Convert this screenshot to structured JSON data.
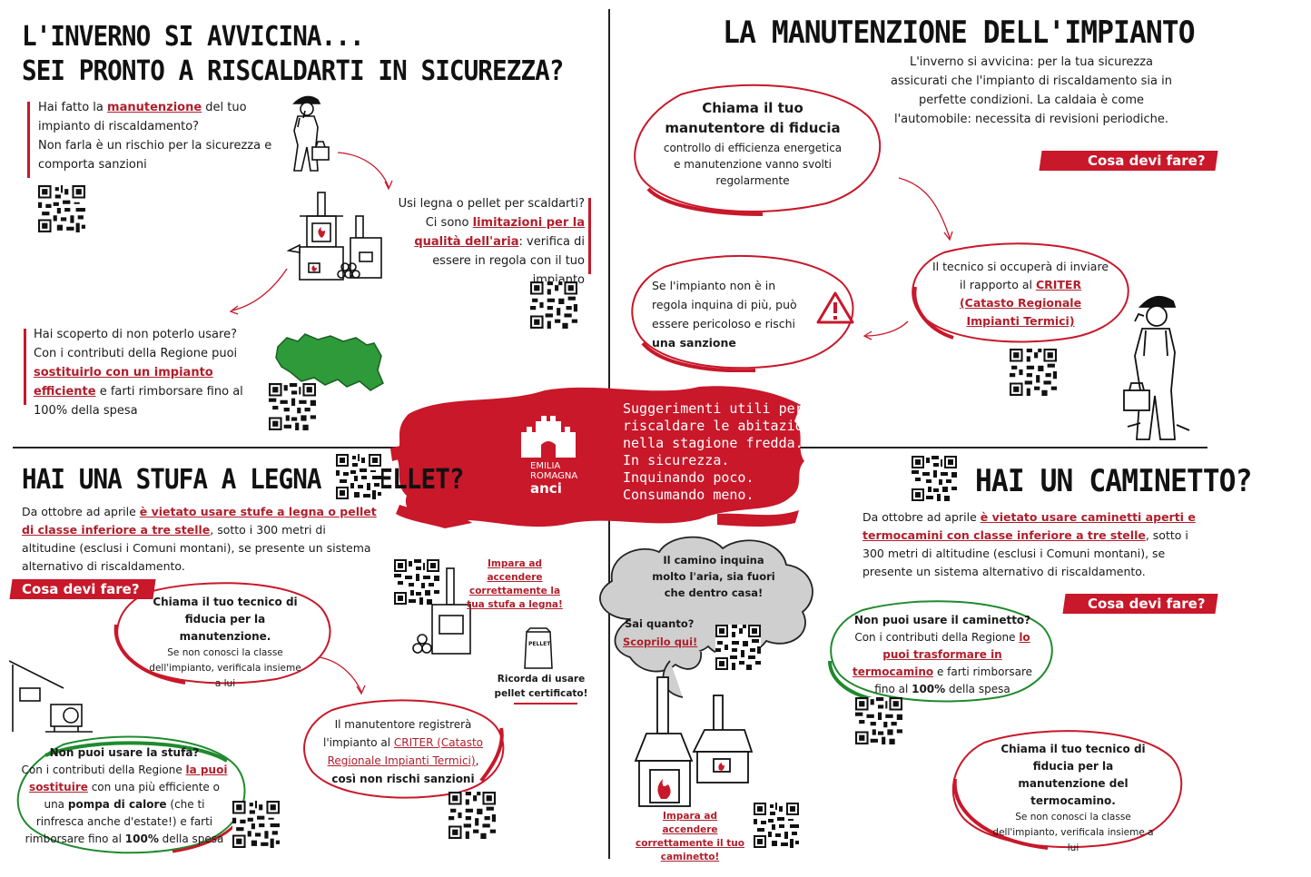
{
  "colors": {
    "accent": "#c8182a",
    "green": "#1f8a2e",
    "map_green": "#2e9a3a",
    "cloud": "#cfcfcf"
  },
  "tl": {
    "title_line1": "L'INVERNO SI AVVICINA...",
    "title_line2": "SEI PRONTO A RISCALDARTI IN SICUREZZA?",
    "p1_a": "Hai fatto la ",
    "p1_link": "manutenzione",
    "p1_b": " del tuo impianto di riscaldamento?",
    "p1_c": "Non farla è un rischio per la sicurezza e comporta sanzioni",
    "p2_a": "Usi legna o pellet per scaldarti?",
    "p2_b": "Ci sono ",
    "p2_link": "limitazioni per la qualità dell'aria",
    "p2_c": ": verifica di essere in regola con il tuo impianto",
    "p3_a": "Hai scoperto di non poterlo usare?",
    "p3_b": "Con i contributi della Regione puoi ",
    "p3_link": "sostituirlo con un impianto efficiente",
    "p3_c": " e farti rimborsare fino al 100% della spesa"
  },
  "tr": {
    "title": "LA MANUTENZIONE DELL'IMPIANTO",
    "intro": "L'inverno si avvicina: per la tua sicurezza assicurati che l'impianto di riscaldamento sia in perfette condizioni. La caldaia è come l'automobile: necessita di revisioni periodiche.",
    "tag": "Cosa devi fare?",
    "bubble1_title": "Chiama il tuo manutentore di fiducia",
    "bubble1_text": "controllo di efficienza energetica e manutenzione vanno svolti regolarmente",
    "bubble2_a": "Il tecnico si occuperà di inviare il rapporto al ",
    "bubble2_link1": "CRITER",
    "bubble2_link2": "(Catasto Regionale Impianti Termici)",
    "bubble3_a": "Se l'impianto non è in regola inquina di più, può essere pericoloso e rischi ",
    "bubble3_b": "una sanzione"
  },
  "center": {
    "brand_line1": "EMILIA",
    "brand_line2": "ROMAGNA",
    "brand_line3": "anci",
    "slogan": [
      "Suggerimenti utili per",
      "riscaldare le abitazioni",
      "nella stagione fredda.",
      "In sicurezza.",
      "Inquinando poco.",
      "Consumando meno."
    ]
  },
  "bl": {
    "title": "HAI UNA STUFA A LEGNA O PELLET?",
    "p_a": "Da ottobre ad aprile ",
    "p_link": "è vietato usare stufe a legna o pellet di classe inferiore a tre stelle",
    "p_b": ", sotto i 300 metri di altitudine (esclusi i Comuni montani), se presente un sistema alternativo di riscaldamento.",
    "tag": "Cosa devi fare?",
    "b1_title": "Chiama il tuo tecnico di fiducia per la manutenzione.",
    "b1_text": "Se non conosci la classe dell'impianto, verificala insieme a lui",
    "learn": "Impara ad accendere correttamente la tua stufa a legna!",
    "pellet_bag": "PELLET",
    "pellet_note": "Ricorda di usare pellet certificato!",
    "b2_a": "Il manutentore registrerà l'impianto al ",
    "b2_link": "CRITER (Catasto Regionale Impianti Termici)",
    "b2_b": ",",
    "b2_c": "così non rischi sanzioni",
    "b3_title": "Non puoi usare la stufa?",
    "b3_a": "Con i contributi della Regione ",
    "b3_link": "la puoi sostituire",
    "b3_b": " con una più efficiente o una ",
    "b3_c": "pompa di calore",
    "b3_d": " (che ti rinfresca anche d'estate!) e farti rimborsare fino al ",
    "b3_e": "100%",
    "b3_f": " della spesa"
  },
  "br": {
    "title": "HAI UN CAMINETTO?",
    "p_a": "Da ottobre ad aprile ",
    "p_link": "è vietato usare caminetti aperti e termocamini con classe inferiore a tre stelle",
    "p_b": ", sotto i 300 metri di altitudine (esclusi i Comuni montani), se presente un sistema alternativo di riscaldamento.",
    "tag": "Cosa devi fare?",
    "cloud_a": "Il camino inquina molto l'aria, sia fuori che dentro casa!",
    "cloud_b": "Sai quanto?",
    "cloud_link": "Scoprilo qui!",
    "learn": "Impara ad accendere correttamente il tuo caminetto!",
    "g_title": "Non puoi usare il caminetto?",
    "g_a": "Con i contributi della Regione ",
    "g_link": "lo puoi trasformare in termocamino",
    "g_b": " e farti rimborsare fino al ",
    "g_c": "100%",
    "g_d": " della spesa",
    "r_title": "Chiama il tuo tecnico di fiducia per la manutenzione del termocamino.",
    "r_text": "Se non conosci la classe dell'impianto, verificala insieme a lui"
  }
}
